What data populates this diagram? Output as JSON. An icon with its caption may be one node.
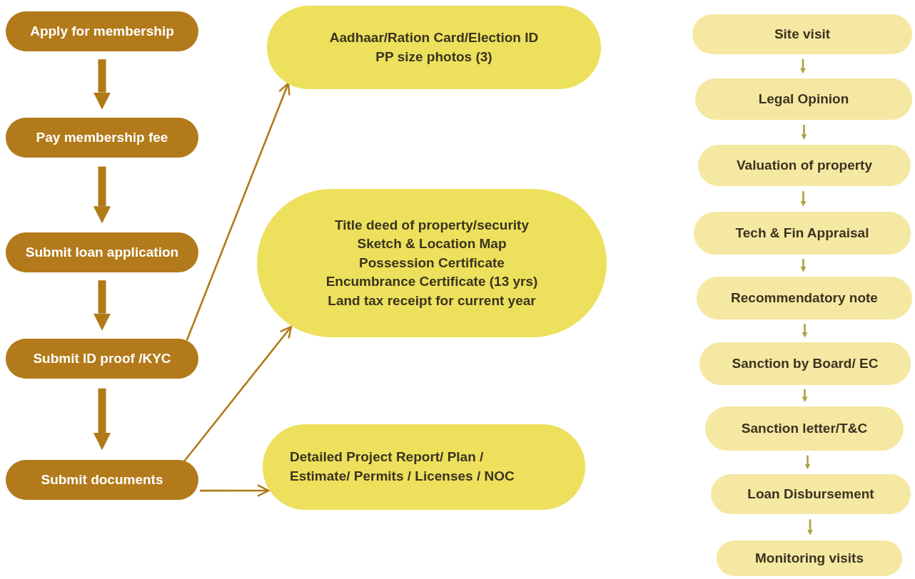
{
  "diagram": {
    "nodes": [
      {
        "text": [
          "Apply for membership"
        ]
      },
      {
        "text": [
          "Pay membership fee"
        ]
      },
      {
        "text": [
          "Submit loan application"
        ]
      },
      {
        "text": [
          "Submit ID proof  /KYC"
        ]
      },
      {
        "text": [
          "Submit documents"
        ]
      },
      {
        "text": [
          "Aadhaar/Ration Card/Election ID",
          "PP size photos (3)"
        ]
      },
      {
        "text": [
          "Title deed of property/security",
          "Sketch & Location Map",
          "Possession Certificate",
          "Encumbrance Certificate (13 yrs)",
          "Land tax receipt for current year"
        ]
      },
      {
        "text": [
          "Detailed Project Report/ Plan / Estimate/ Permits / Licenses / NOC"
        ]
      },
      {
        "text": [
          "Site visit"
        ]
      },
      {
        "text": [
          "Legal Opinion"
        ]
      },
      {
        "text": [
          "Valuation of property"
        ]
      },
      {
        "text": [
          "Tech & Fin Appraisal"
        ]
      },
      {
        "text": [
          "Recommendatory note"
        ]
      },
      {
        "text": [
          "Sanction by Board/ EC"
        ]
      },
      {
        "text": [
          "Sanction letter/T&C"
        ]
      },
      {
        "text": [
          "Loan Disbursement"
        ]
      },
      {
        "text": [
          "Monitoring visits"
        ]
      }
    ],
    "edges": [
      {
        "from": 0,
        "to": 1,
        "arrow": "to",
        "style": "thick"
      },
      {
        "from": 1,
        "to": 2,
        "arrow": "to",
        "style": "thick"
      },
      {
        "from": 2,
        "to": 3,
        "arrow": "to",
        "style": "thick"
      },
      {
        "from": 3,
        "to": 4,
        "arrow": "to",
        "style": "thick"
      },
      {
        "from": 3,
        "to": 5,
        "arrow": "to"
      },
      {
        "from": 4,
        "to": 6,
        "arrow": "to"
      },
      {
        "from": 4,
        "to": 7,
        "arrow": "to"
      },
      {
        "from": 8,
        "to": 9,
        "arrow": "to",
        "color": "#a9a23c"
      },
      {
        "from": 9,
        "to": 10,
        "arrow": "to",
        "color": "#a9a23c"
      },
      {
        "from": 10,
        "to": 11,
        "arrow": "to",
        "color": "#a9a23c"
      },
      {
        "from": 11,
        "to": 12,
        "arrow": "to",
        "color": "#a9a23c"
      },
      {
        "from": 12,
        "to": 13,
        "arrow": "to",
        "color": "#a9a23c"
      },
      {
        "from": 13,
        "to": 14,
        "arrow": "to",
        "color": "#a9a23c"
      },
      {
        "from": 14,
        "to": 15,
        "arrow": "to",
        "color": "#a9a23c"
      },
      {
        "from": 15,
        "to": 16,
        "arrow": "to",
        "color": "#a9a23c"
      }
    ]
  }
}
